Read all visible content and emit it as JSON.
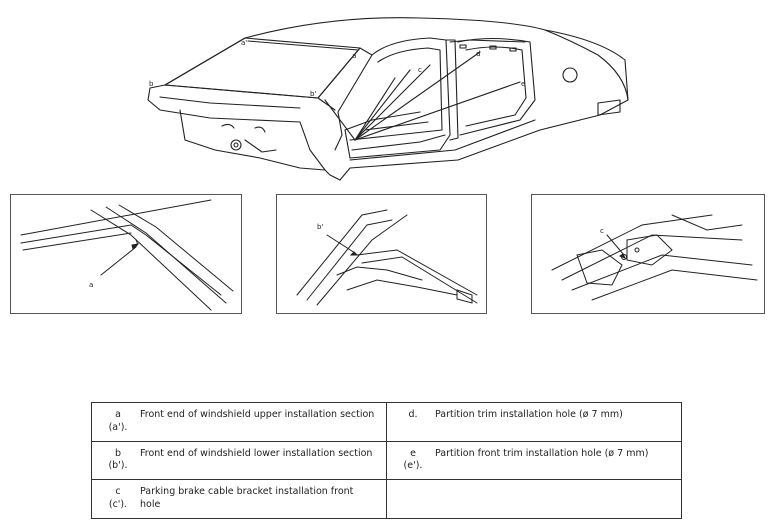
{
  "callouts": {
    "main": {
      "a_prime": "a'",
      "a": "a",
      "b": "b",
      "b2": "b'",
      "c": "c",
      "d": "d",
      "e": "e"
    },
    "panel1": "a",
    "panel2": "b'",
    "panel3": "c"
  },
  "legend": [
    {
      "code_line1": "a",
      "code_line2": "(a').",
      "text": "Front end of windshield upper installation section"
    },
    {
      "code_line1": "d.",
      "code_line2": "",
      "text": "Partition trim installation hole (ø 7 mm)"
    },
    {
      "code_line1": "b",
      "code_line2": "(b').",
      "text": "Front end of windshield lower installation section"
    },
    {
      "code_line1": "e",
      "code_line2": "(e').",
      "text": "Partition front trim installation hole (ø 7 mm)"
    },
    {
      "code_line1": "c",
      "code_line2": "(c').",
      "text": "Parking brake cable bracket installation front hole"
    },
    {
      "code_line1": "",
      "code_line2": "",
      "text": ""
    }
  ]
}
